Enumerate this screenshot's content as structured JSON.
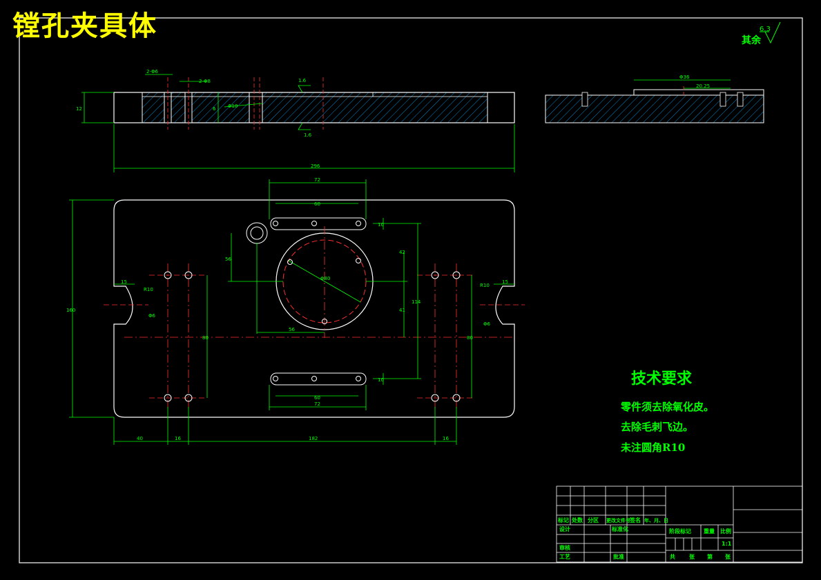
{
  "title": "镗孔夹具体",
  "roughness": {
    "prefix": "其余",
    "value": "6.3"
  },
  "section_view": {
    "labels": {
      "d1": "2-Φ6",
      "d2": "2-Φ8",
      "d3": "Φ10",
      "roughness_top": "1.6",
      "roughness_bottom": "1.6",
      "height": "12",
      "length": "296",
      "depth": "6"
    }
  },
  "side_view": {
    "labels": {
      "top": "Φ36",
      "offset": "20.25"
    }
  },
  "plan_view": {
    "dims": {
      "slot_outer_top": "72",
      "slot_inner_top": "60",
      "slot_outer_bottom": "72",
      "slot_inner_bottom": "60",
      "height_total": "160",
      "hole_offset": "56",
      "bore_dia": "Φ80",
      "vert_42": "42",
      "vert_41": "41",
      "vert_114": "114",
      "horiz_56": "56",
      "left_15": "15",
      "right_15": "15",
      "r_left": "R10",
      "r_right": "R10",
      "phi_left": "Φ6",
      "phi_right": "Φ6",
      "left_col_80": "80",
      "right_col_80": "80",
      "slot_h_top": "10",
      "slot_h_bottom": "10",
      "bottom_40": "40",
      "bottom_16a": "16",
      "bottom_182": "182",
      "bottom_16b": "16"
    }
  },
  "tech_requirements": {
    "heading": "技术要求",
    "lines": [
      "零件须去除氧化皮。",
      "去除毛刺飞边。",
      "未注圆角R10"
    ]
  },
  "title_block": {
    "headers": [
      "标记",
      "处数",
      "分区",
      "更改文件号",
      "签名",
      "年、月、日"
    ],
    "row_design": "设计",
    "row_std": "标准化",
    "row_check": "审核",
    "row_process": "工艺",
    "row_approve": "批准",
    "stage_mark": "阶段标记",
    "weight": "重量",
    "scale": "比例",
    "scale_value": "1:1",
    "sheets": [
      "共",
      "张",
      "第",
      "张"
    ]
  }
}
